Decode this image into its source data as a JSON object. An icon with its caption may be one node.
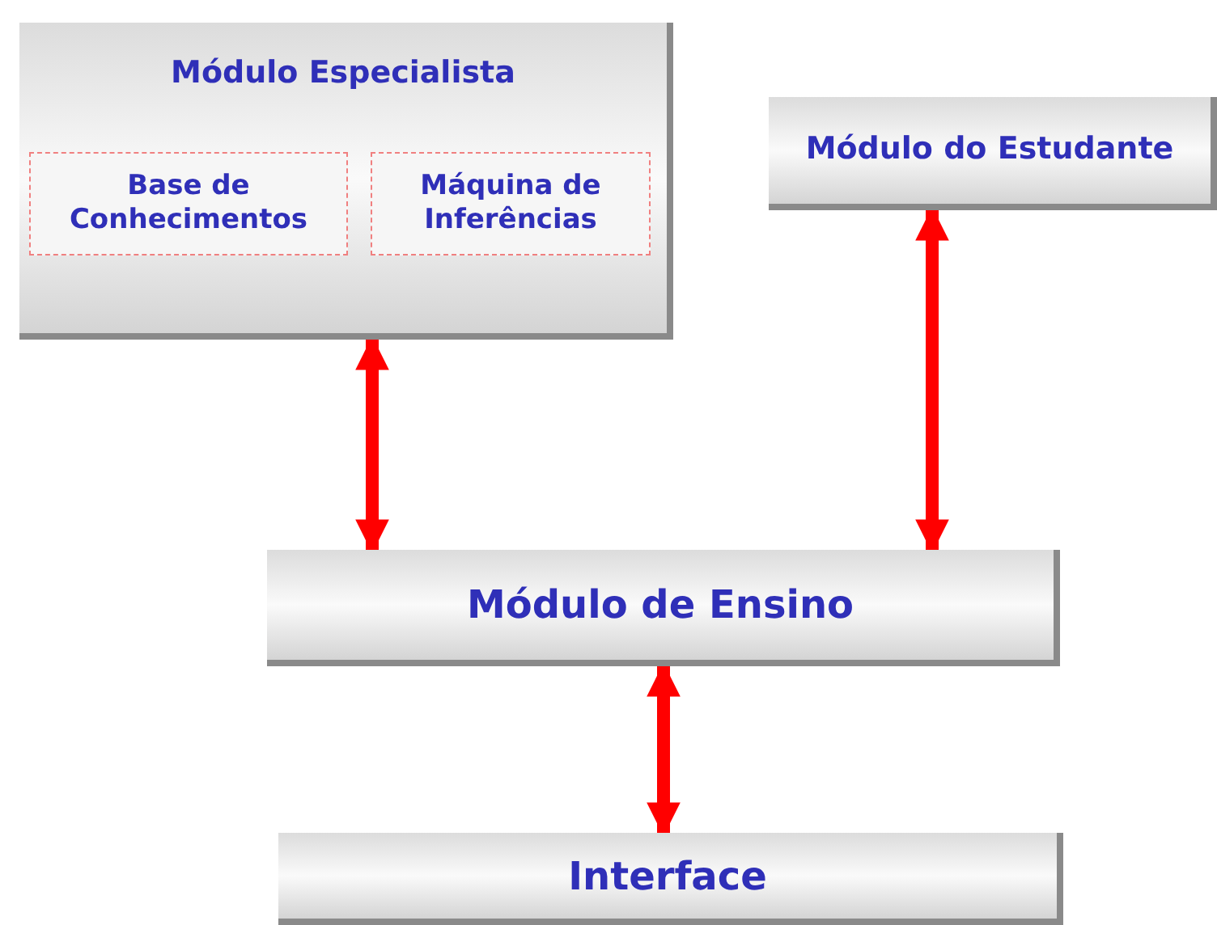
{
  "diagram": {
    "nodes": [
      {
        "text": [
          "Módulo Especialista"
        ]
      },
      {
        "text": [
          "Base de Conhecimentos"
        ],
        "in": 0
      },
      {
        "text": [
          "Máquina de Inferências"
        ],
        "in": 0
      },
      {
        "text": [
          "Módulo do Estudante"
        ]
      },
      {
        "text": [
          "Módulo de Ensino"
        ]
      },
      {
        "text": [
          "Interface"
        ]
      }
    ],
    "edges": [
      {
        "from": 0,
        "to": 4,
        "arrow": "both"
      },
      {
        "from": 3,
        "to": 4,
        "arrow": "both"
      },
      {
        "from": 4,
        "to": 5,
        "arrow": "both"
      }
    ]
  }
}
